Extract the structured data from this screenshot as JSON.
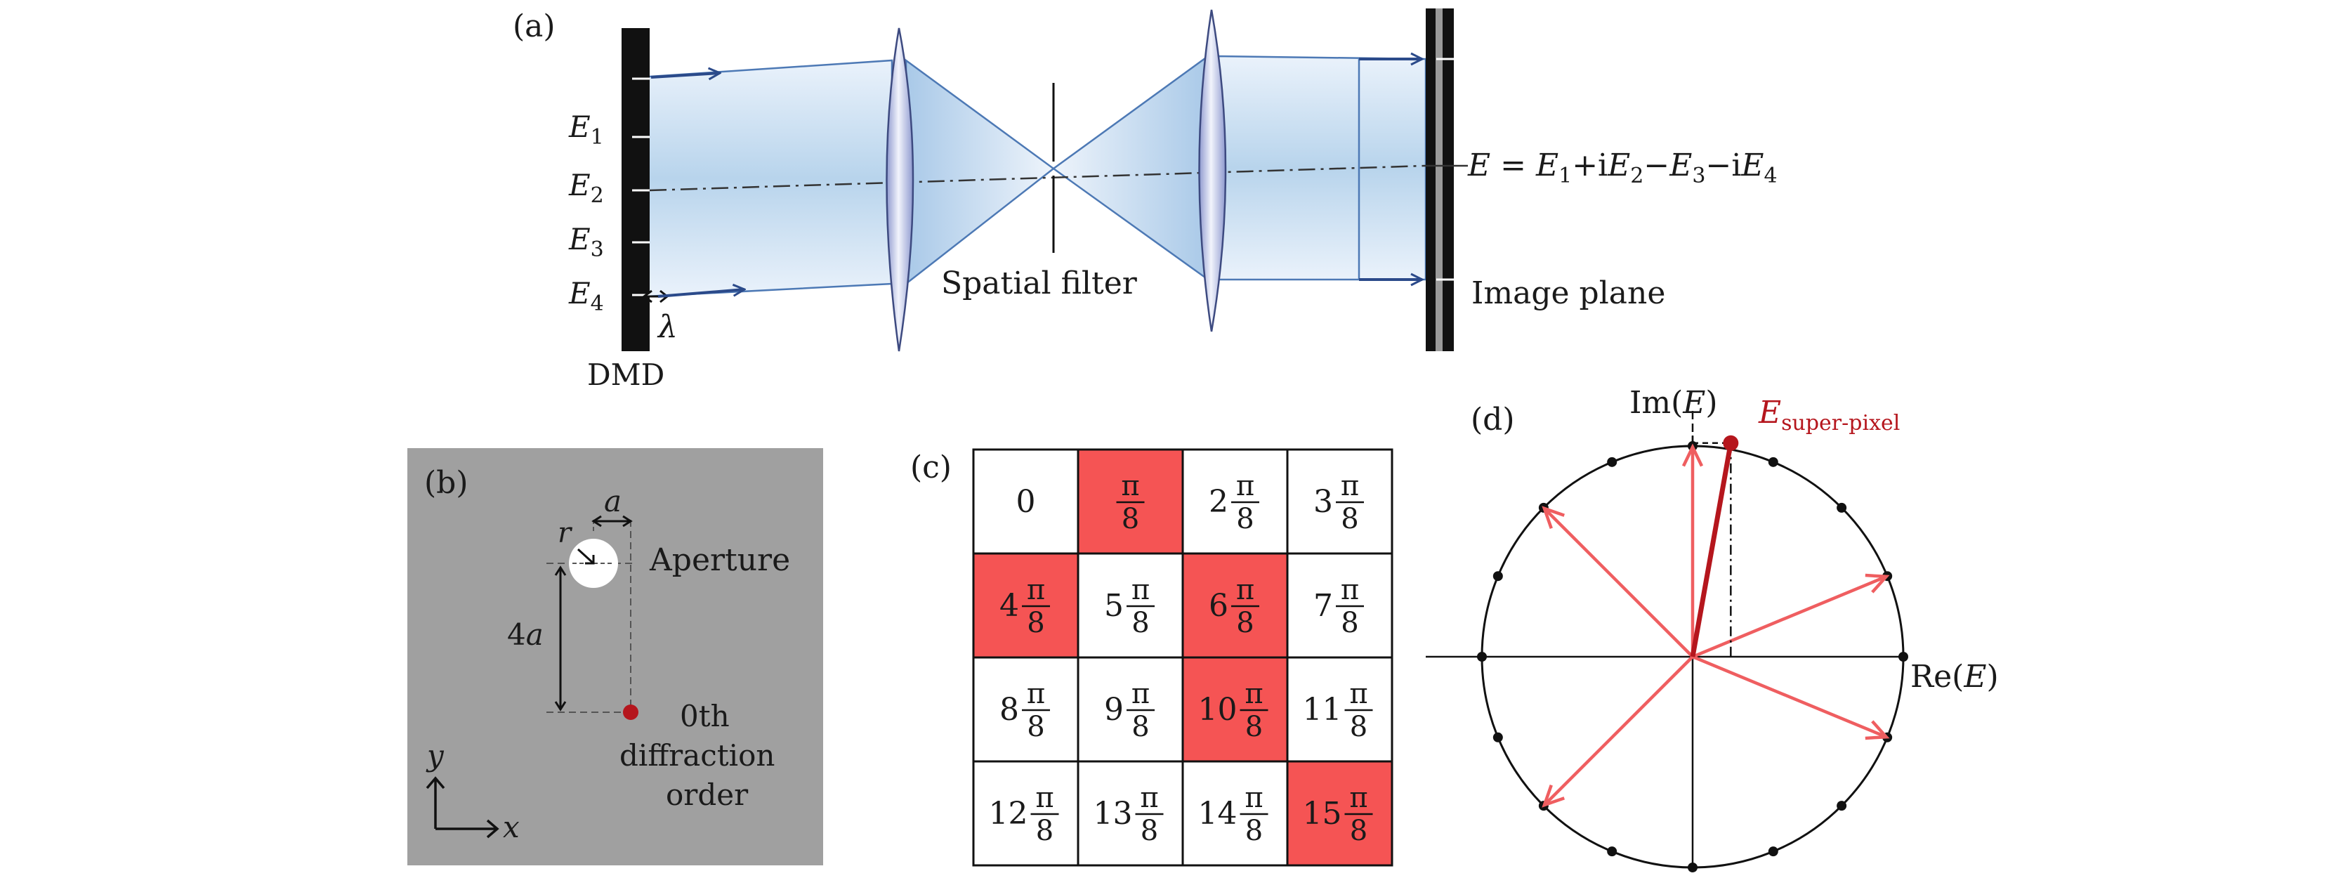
{
  "panels": {
    "a": {
      "label": "(a)",
      "field_labels": [
        "E",
        "E",
        "E",
        "E"
      ],
      "field_subscripts": [
        "1",
        "2",
        "3",
        "4"
      ],
      "lambda": "λ",
      "dmd": "DMD",
      "spatial_filter": "Spatial filter",
      "image_plane": "Image plane",
      "equation": {
        "lhs": "E",
        "eq": " = ",
        "t1": "E",
        "s1": "1",
        "p1": "+i",
        "t2": "E",
        "s2": "2",
        "m1": "−",
        "t3": "E",
        "s3": "3",
        "m2": "−i",
        "t4": "E",
        "s4": "4"
      }
    },
    "b": {
      "label": "(b)",
      "a": "a",
      "r": "r",
      "four_a": "4a",
      "aperture": "Aperture",
      "zeroth_line1": "0th",
      "zeroth_line2": "diffraction",
      "zeroth_line3": "order",
      "axis_x": "x",
      "axis_y": "y"
    },
    "c": {
      "label": "(c)",
      "pi": "π",
      "denominator": "8",
      "cells": [
        {
          "coef": "0",
          "frac": false,
          "highlight": false
        },
        {
          "coef": "",
          "frac": true,
          "highlight": true
        },
        {
          "coef": "2",
          "frac": true,
          "highlight": false
        },
        {
          "coef": "3",
          "frac": true,
          "highlight": false
        },
        {
          "coef": "4",
          "frac": true,
          "highlight": true
        },
        {
          "coef": "5",
          "frac": true,
          "highlight": false
        },
        {
          "coef": "6",
          "frac": true,
          "highlight": true
        },
        {
          "coef": "7",
          "frac": true,
          "highlight": false
        },
        {
          "coef": "8",
          "frac": true,
          "highlight": false
        },
        {
          "coef": "9",
          "frac": true,
          "highlight": false
        },
        {
          "coef": "10",
          "frac": true,
          "highlight": true
        },
        {
          "coef": "11",
          "frac": true,
          "highlight": false
        },
        {
          "coef": "12",
          "frac": true,
          "highlight": false
        },
        {
          "coef": "13",
          "frac": true,
          "highlight": false
        },
        {
          "coef": "14",
          "frac": true,
          "highlight": false
        },
        {
          "coef": "15",
          "frac": true,
          "highlight": true
        }
      ]
    },
    "d": {
      "label": "(d)",
      "im_axis": {
        "pre": "Im(",
        "var": "E",
        "post": ")"
      },
      "re_axis": {
        "pre": "Re(",
        "var": "E",
        "post": ")"
      },
      "super_pixel": {
        "main": "E",
        "sub": "super-pixel"
      },
      "highlighted_phase_indices": [
        1,
        4,
        6,
        10,
        15
      ],
      "num_phases": 16
    }
  },
  "colors": {
    "highlight": "#f55454",
    "arrow_red": "#ef5e60",
    "dark_red": "#b5161d",
    "navy_arrow": "#2b4a8a",
    "beam_light": "#eaf2fb",
    "beam_mid": "#b8d4ec",
    "panel_b_bg": "#a0a0a0",
    "lens_fill": "#b6bfe3"
  }
}
